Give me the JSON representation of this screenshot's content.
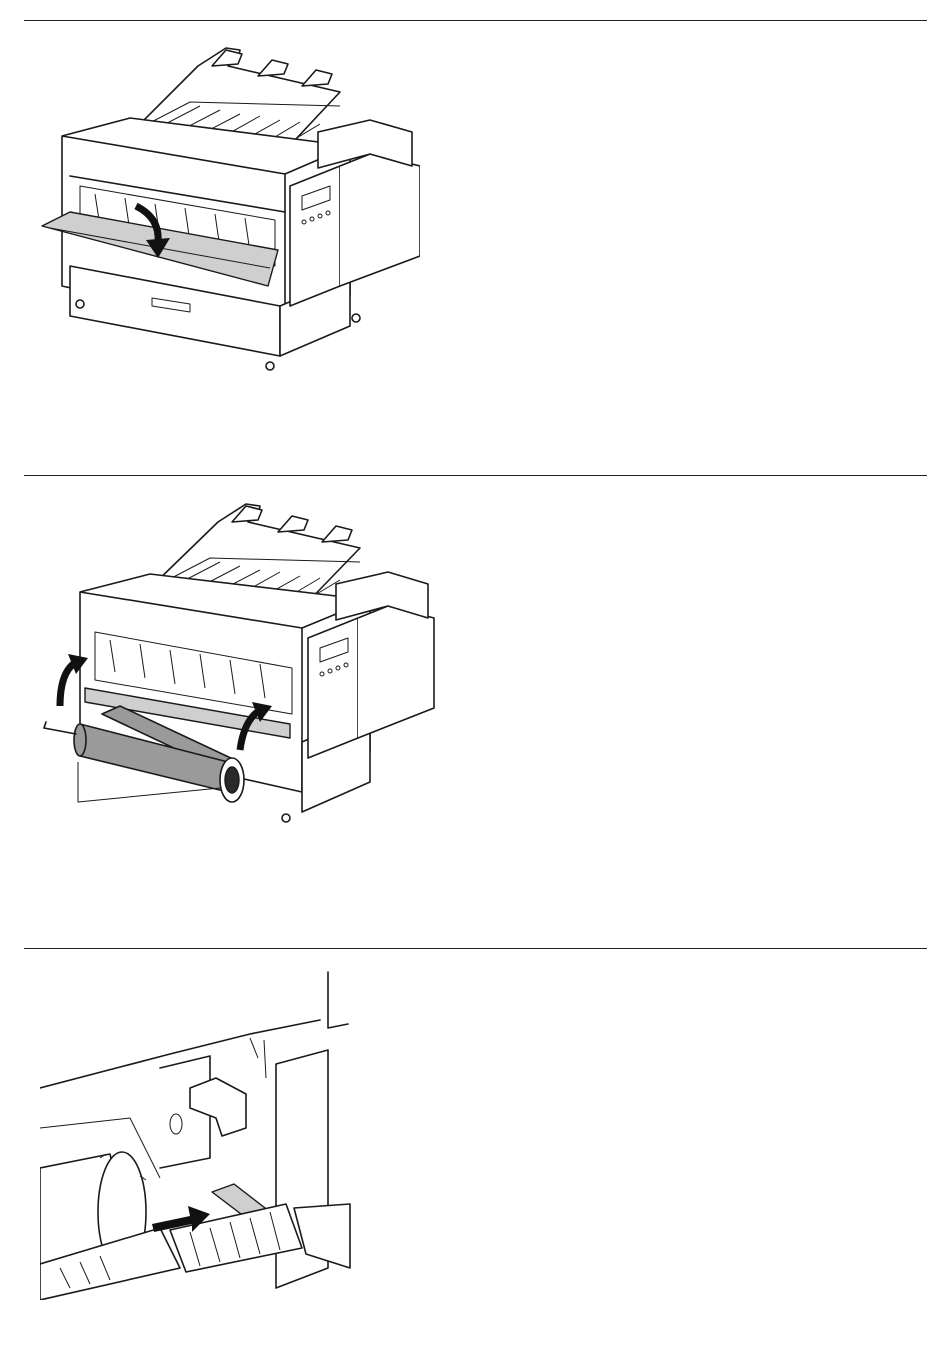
{
  "page": {
    "steps": [
      {
        "illustration": "printer-open-roll-cover"
      },
      {
        "illustration": "printer-load-roll-holder"
      },
      {
        "illustration": "roll-paper-insert-closeup"
      }
    ]
  },
  "icons": {
    "open_arrow": "curved-arrow-down-icon",
    "lift_arrows": "curved-arrow-up-icon",
    "insert_arrow": "straight-arrow-right-icon"
  }
}
